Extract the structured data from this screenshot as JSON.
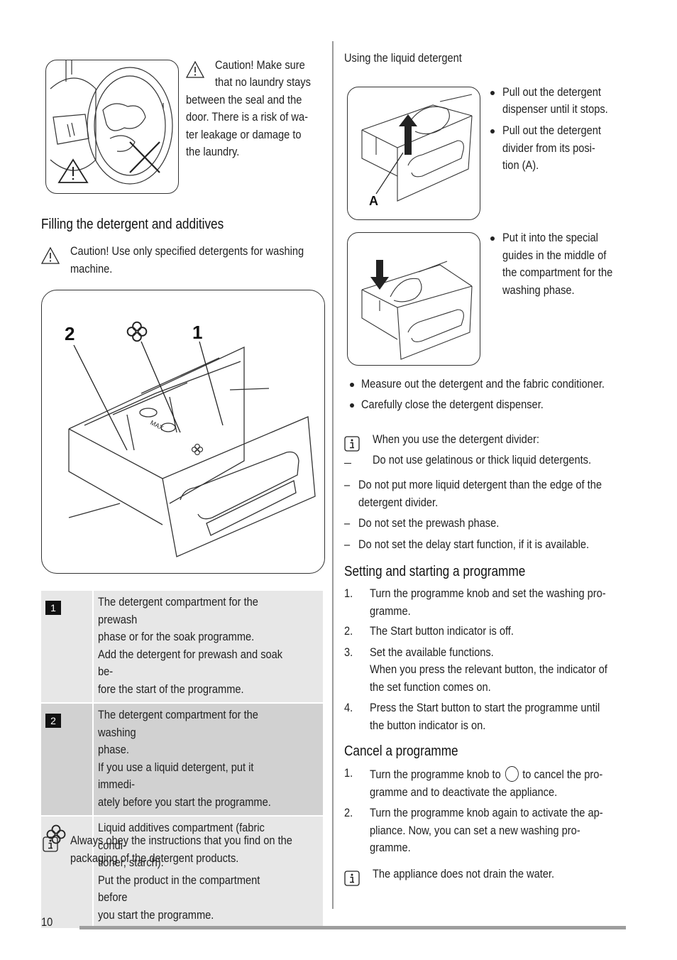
{
  "left": {
    "caution_door": {
      "label": "Caution!",
      "lines": [
        "Make sure",
        "that no laundry stays",
        "between the seal and the",
        "door. There is a risk of wa-",
        "ter leakage or damage to",
        "the laundry."
      ]
    },
    "filling_heading": "Filling the detergent and additives",
    "caution_detergent": {
      "label": "Caution!",
      "line1": "Use only specified detergents for washing",
      "line2": "machine."
    },
    "diagram_labels": {
      "two": "2",
      "one": "1",
      "max": "MAX"
    },
    "table": [
      {
        "key": "1",
        "lines": [
          "The detergent compartment for the prewash",
          "phase or for the soak programme.",
          "Add the detergent for prewash and soak be-",
          "fore the start of the programme."
        ]
      },
      {
        "key": "2",
        "lines": [
          "The detergent compartment for the washing",
          "phase.",
          "If you use a liquid detergent, put it immedi-",
          "ately before you start the programme."
        ]
      },
      {
        "key": "flower-icon",
        "lines": [
          "Liquid additives compartment (fabric condi-",
          "tioner, starch).",
          "Put the product in the compartment before",
          "you start the programme."
        ]
      }
    ],
    "info_note": {
      "line1": "Always obey the instructions that you find on the",
      "line2": "packaging of the detergent products."
    }
  },
  "right": {
    "liquid_heading": "Using the liquid detergent",
    "figure1_label": "A",
    "fig1_bullets": [
      [
        "Pull out the detergent",
        "dispenser until it stops."
      ],
      [
        "Pull out the detergent",
        "divider from its posi-",
        "tion (A)."
      ]
    ],
    "fig2_bullets": [
      [
        "Put it into the special",
        "guides in the middle of",
        "the compartment for the",
        "washing phase."
      ]
    ],
    "bullets": [
      "Measure out the detergent and the fabric conditioner.",
      "Carefully close the detergent dispenser."
    ],
    "divider_note": {
      "title": "When you use the detergent divider:",
      "first": "Do not use gelatinous or thick liquid detergents.",
      "items": [
        [
          "Do not put more liquid detergent than the edge of the",
          "detergent divider."
        ],
        [
          "Do not set the prewash phase."
        ],
        [
          "Do not set the delay start function, if it is available."
        ]
      ]
    },
    "setting_heading": "Setting and starting a programme",
    "setting_steps": [
      {
        "num": "1.",
        "lines": [
          "Turn the programme knob and set the washing pro-",
          "gramme."
        ]
      },
      {
        "num": "2.",
        "lines": [
          "The Start button indicator is off."
        ]
      },
      {
        "num": "3.",
        "lines": [
          "Set the available functions.",
          "When you press the relevant button, the indicator of",
          "the set function comes on."
        ]
      },
      {
        "num": "4.",
        "lines": [
          "Press the Start button to start the programme until",
          "the button indicator is on."
        ]
      }
    ],
    "cancel_heading": "Cancel a programme",
    "cancel_steps": [
      {
        "num": "1.",
        "pre": "Turn the programme knob to",
        "post": "to cancel the pro-",
        "line2": "gramme and to deactivate the appliance."
      },
      {
        "num": "2.",
        "lines": [
          "Turn the programme knob again to activate the ap-",
          "pliance. Now, you can set a new washing pro-",
          "gramme."
        ]
      }
    ],
    "drain_note": "The appliance does not drain the water."
  },
  "page_number": "10"
}
